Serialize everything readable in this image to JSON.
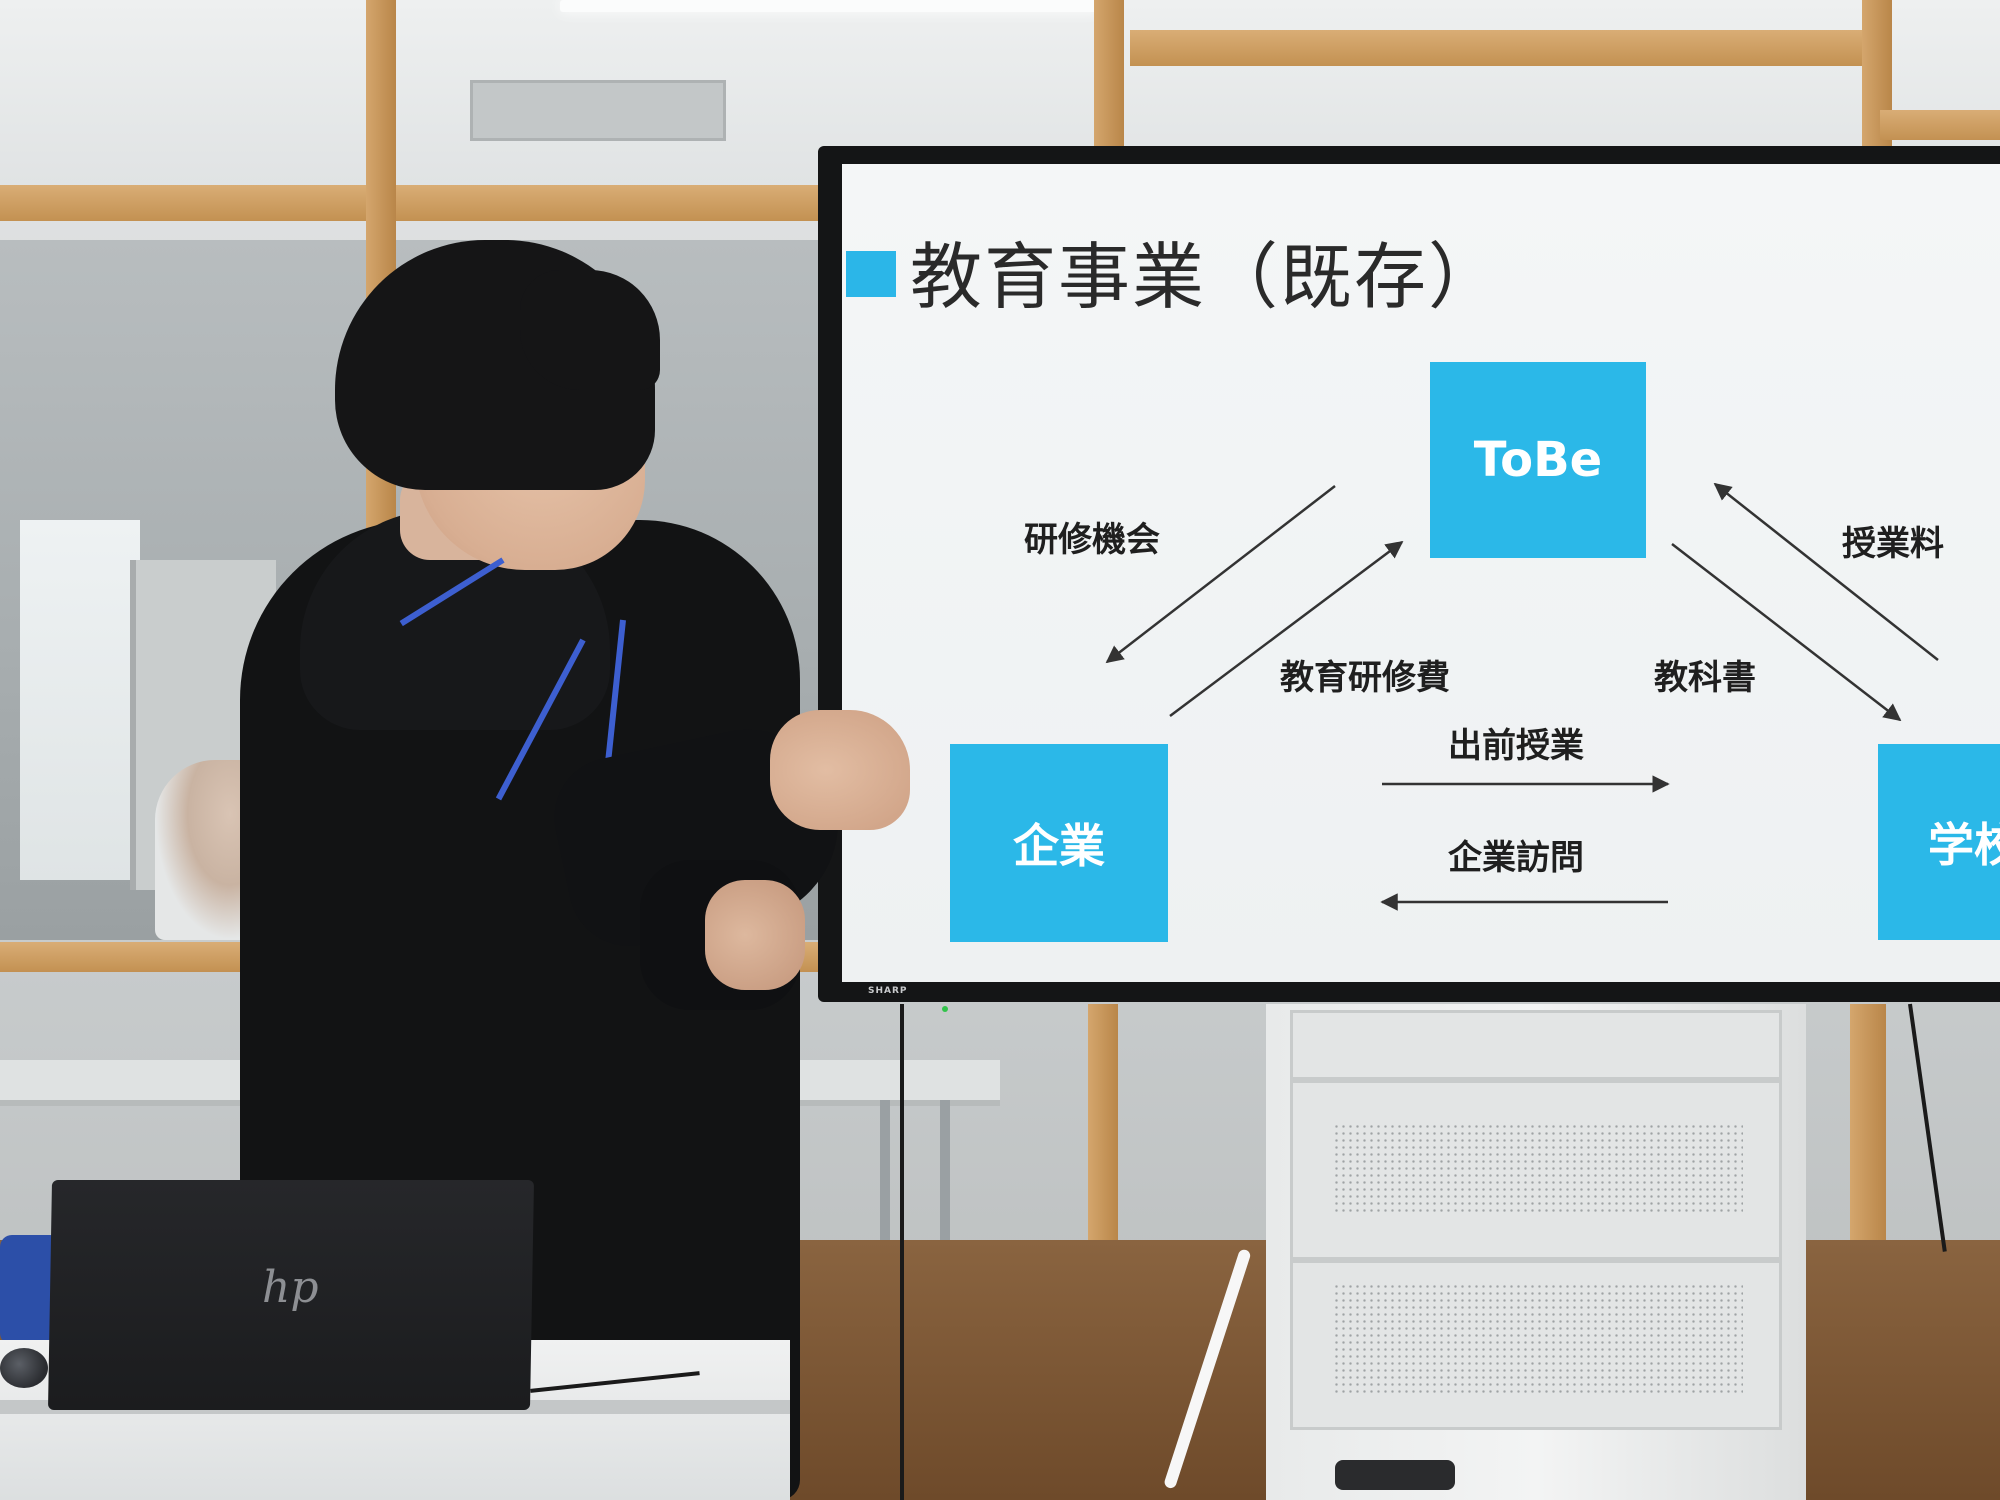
{
  "slide": {
    "title": "教育事業（既存）",
    "boxes": {
      "tobe": "ToBe",
      "kigyo": "企業",
      "gakko": "学校"
    },
    "labels": {
      "kenshu_kikai": "研修機会",
      "kyoiku_kenshuhi": "教育研修費",
      "kyokasho": "教科書",
      "jugyoryo": "授業料",
      "demae_jugyo": "出前授業",
      "kigyo_homon": "企業訪問"
    },
    "colors": {
      "box": "#2bb8e8",
      "title_marker": "#2bb6e8",
      "text": "#1f1f1f"
    }
  },
  "tv": {
    "brand": "SHARP"
  },
  "laptop": {
    "brand_mark": "hp"
  }
}
